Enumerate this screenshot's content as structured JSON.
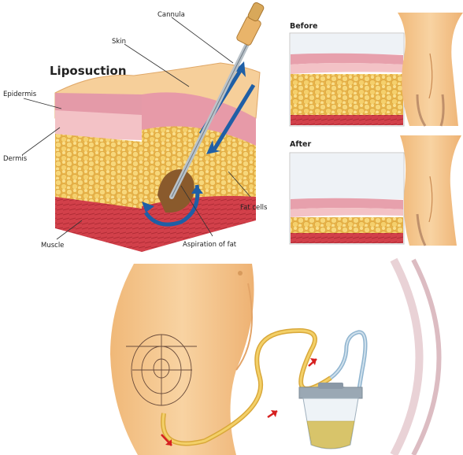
{
  "title": "Liposuction",
  "labels": {
    "cannula": "Cannula",
    "skin": "Skin",
    "epidermis": "Epidermis",
    "dermis": "Dermis",
    "muscle": "Muscle",
    "fat_cells": "Fat cells",
    "aspiration": "Aspiration of fat"
  },
  "panels": {
    "before": "Before",
    "after": "After"
  },
  "colors": {
    "skin_tone": "#f3c48e",
    "epidermis": "#e7a0ac",
    "dermis": "#f4c6c6",
    "fat": "#f2c65c",
    "muscle": "#d2404a",
    "arrow_blue": "#1f5fa6",
    "arrow_red": "#d62020",
    "tube": "#f0c64a"
  },
  "icons": [
    "cannula-icon",
    "suction-canister-icon",
    "flow-arrow-icon"
  ]
}
